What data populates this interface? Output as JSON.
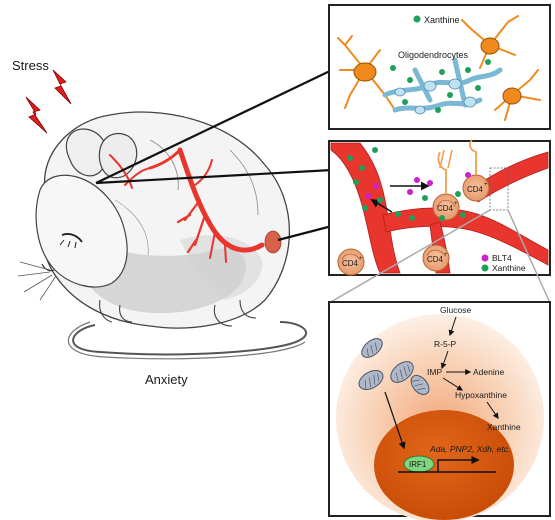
{
  "colors": {
    "vessel": "#e8352e",
    "oligodendrocyte": "#9fd0e6",
    "astrocyte": "#f08a1e",
    "xanthine": "#1fa05a",
    "blt4": "#cc22cc",
    "cd4_cell": "#f3b48c",
    "cell_gradient_inner": "#f2a77c",
    "nucleus": "#d9560b",
    "irf1": "#7fd67f"
  },
  "labels": {
    "stress": "Stress",
    "anxiety": "Anxiety"
  },
  "panel_top": {
    "legend_xanthine": "Xanthine",
    "oligodendrocytes": "Oligodendrocytes"
  },
  "panel_middle": {
    "cd4": [
      "CD4",
      "CD4",
      "CD4",
      "CD4"
    ],
    "cd4_sup": "+",
    "legend_blt4": "BLT4",
    "legend_xanthine": "Xanthine"
  },
  "panel_bottom": {
    "glucose": "Glucose",
    "r5p": "R-5-P",
    "imp": "IMP",
    "adenine": "Adenine",
    "hypoxanthine": "Hypoxanthine",
    "xanthine": "Xanthine",
    "genes": "Ada, PNP2, Xdh, etc.",
    "irf1": "IRF1"
  },
  "icons": [
    "lightning-bolt-icon",
    "mouse-illustration",
    "oligodendrocyte-cell",
    "astrocyte-cell",
    "cd4-t-cell",
    "mitochondrion"
  ]
}
